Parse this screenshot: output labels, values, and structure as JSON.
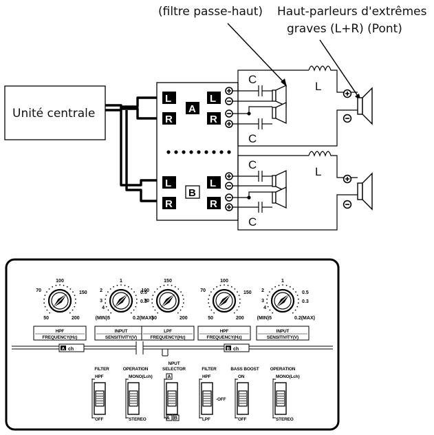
{
  "diagram": {
    "label_filter": "(filtre passe-haut)",
    "label_sub_line1": "Haut-parleurs d'extrêmes",
    "label_sub_line2": "graves (L+R) (Pont)",
    "head_unit": "Unité centrale",
    "channel_a": "A",
    "channel_b": "B",
    "left": "L",
    "right": "R",
    "capacitor": "C",
    "inductor": "L"
  },
  "panel": {
    "knobs": [
      {
        "id": "hpf-a",
        "top": "100",
        "left_upper": "70",
        "right_upper": "150",
        "left_lower": "50",
        "right_lower": "200",
        "caption1": "HPF",
        "caption2": "FREQUENCY(Hz)",
        "pointer_angle": 225
      },
      {
        "id": "input-a",
        "top": "1",
        "left_upper": "2",
        "right_upper": "0.5",
        "right_mid": "0.3",
        "left_mid": "3",
        "left_low": "4",
        "left_lower": "(MIN)5",
        "right_lower": "0.2(MAX)",
        "caption1": "INPUT",
        "caption2": "SENSITIVITY(V)",
        "pointer_angle": 225
      },
      {
        "id": "lpf-a",
        "top": "150",
        "left_upper": "100",
        "left_mid": "70",
        "left_lower": "50",
        "right_lower": "200",
        "caption1": "LPF",
        "caption2": "FREQUENCY(Hz)",
        "pointer_angle": 225
      },
      {
        "id": "hpf-b",
        "top": "100",
        "left_upper": "70",
        "right_upper": "150",
        "left_lower": "50",
        "right_lower": "200",
        "caption1": "HPF",
        "caption2": "FREQUENCY(Hz)",
        "pointer_angle": 225
      },
      {
        "id": "input-b",
        "top": "1",
        "left_upper": "2",
        "right_upper": "0.5",
        "right_mid": "0.3",
        "left_mid": "3",
        "left_low": "4",
        "left_lower": "(MIN)5",
        "right_lower": "0.2(MAX)",
        "caption1": "INPUT",
        "caption2": "SENSITIVITY(V)",
        "pointer_angle": 225
      }
    ],
    "ch_a": "A",
    "ch_b": "B",
    "ch_suffix": "ch",
    "switches": [
      {
        "id": "filter-a",
        "title1": "",
        "title2": "FILTER",
        "top": "HPF",
        "bottom": "OFF",
        "mid": "",
        "position": 0.5
      },
      {
        "id": "operation-a",
        "title1": "",
        "title2": "OPERATION",
        "top": "MONO(Lch)",
        "bottom": "STEREO",
        "mid": "",
        "position": 0.5
      },
      {
        "id": "input-selector",
        "title1": "NPUT",
        "title2": "SELECTOR",
        "top": "A",
        "bottom": "A B",
        "mid": "",
        "position": 0.5
      },
      {
        "id": "filter-b",
        "title1": "",
        "title2": "FILTER",
        "top": "HPF",
        "bottom": "LPF",
        "mid": "OFF",
        "position": 0.5
      },
      {
        "id": "bass-boost",
        "title1": "",
        "title2": "BASS BOOST",
        "top": "ON",
        "bottom": "OFF",
        "mid": "",
        "position": 0.5
      },
      {
        "id": "operation-b",
        "title1": "",
        "title2": "OPERATION",
        "top": "MONO(Lch)",
        "bottom": "STEREO",
        "mid": "",
        "position": 0.5
      }
    ]
  }
}
